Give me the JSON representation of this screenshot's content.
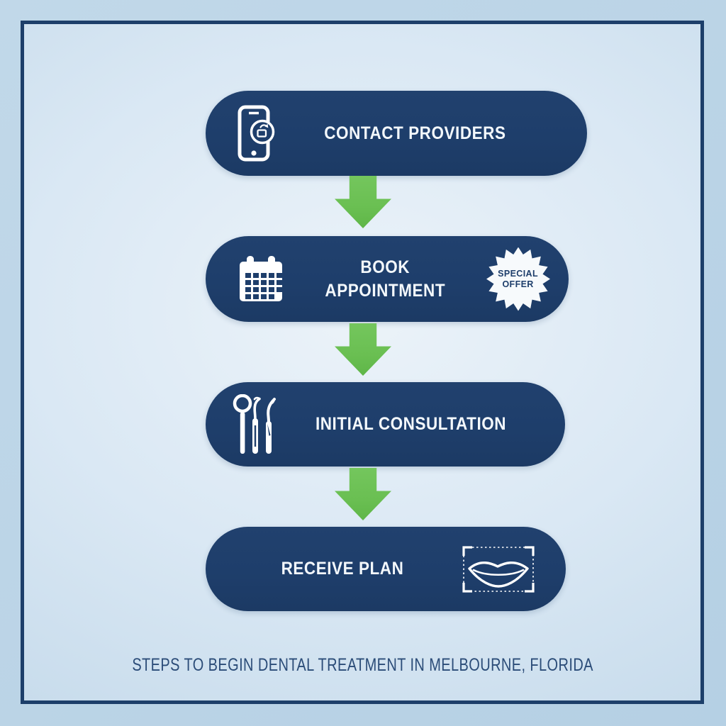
{
  "caption": {
    "text": "STEPS TO BEGIN DENTAL TREATMENT IN MELBOURNE, FLORIDA"
  },
  "steps": [
    {
      "label": "CONTACT PROVIDERS",
      "icon": "smartphone-contact-icon"
    },
    {
      "label": "BOOK\nAPPOINTMENT",
      "icon": "calendar-icon",
      "badge": "SPECIAL\nOFFER"
    },
    {
      "label": "INITIAL CONSULTATION",
      "icon": "dental-tools-icon"
    },
    {
      "label": "RECEIVE PLAN",
      "icon": "smile-crop-frame-icon"
    }
  ],
  "colors": {
    "pill_navy": "#1e3e6b",
    "frame_navy": "#1d3f6a",
    "arrow_green": "#6abf52",
    "caption_navy": "#2b4c78",
    "label_white": "#f3f8fc",
    "badge_white": "#f7fafc",
    "background_outer": "#c1d8e9",
    "background_inner": "#dae8f4"
  }
}
